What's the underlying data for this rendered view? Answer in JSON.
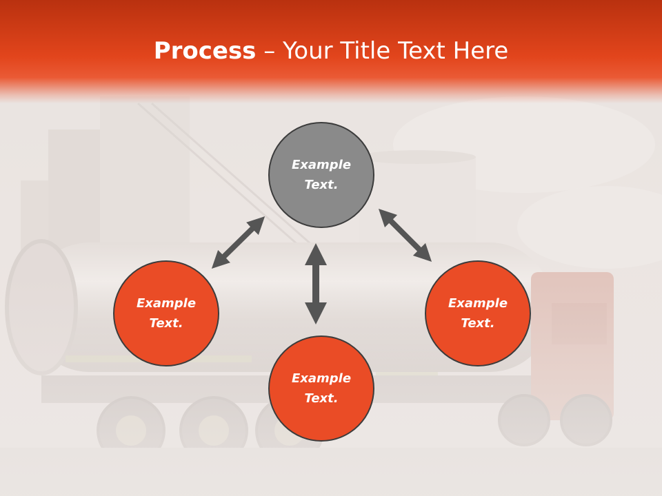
{
  "slide": {
    "title_bold": "Process",
    "title_rest": " – Your Title Text Here"
  },
  "nodes": {
    "top": "Example\nText.",
    "left": "Example\nText.",
    "right": "Example\nText.",
    "bottom": "Example\nText."
  },
  "colors": {
    "title_bar": "#e2451c",
    "node_orange": "#ea4c26",
    "node_gray": "#8a8a8a",
    "arrow": "#555555"
  },
  "background_image": "industrial tanker truck and storage tanks (faded)"
}
